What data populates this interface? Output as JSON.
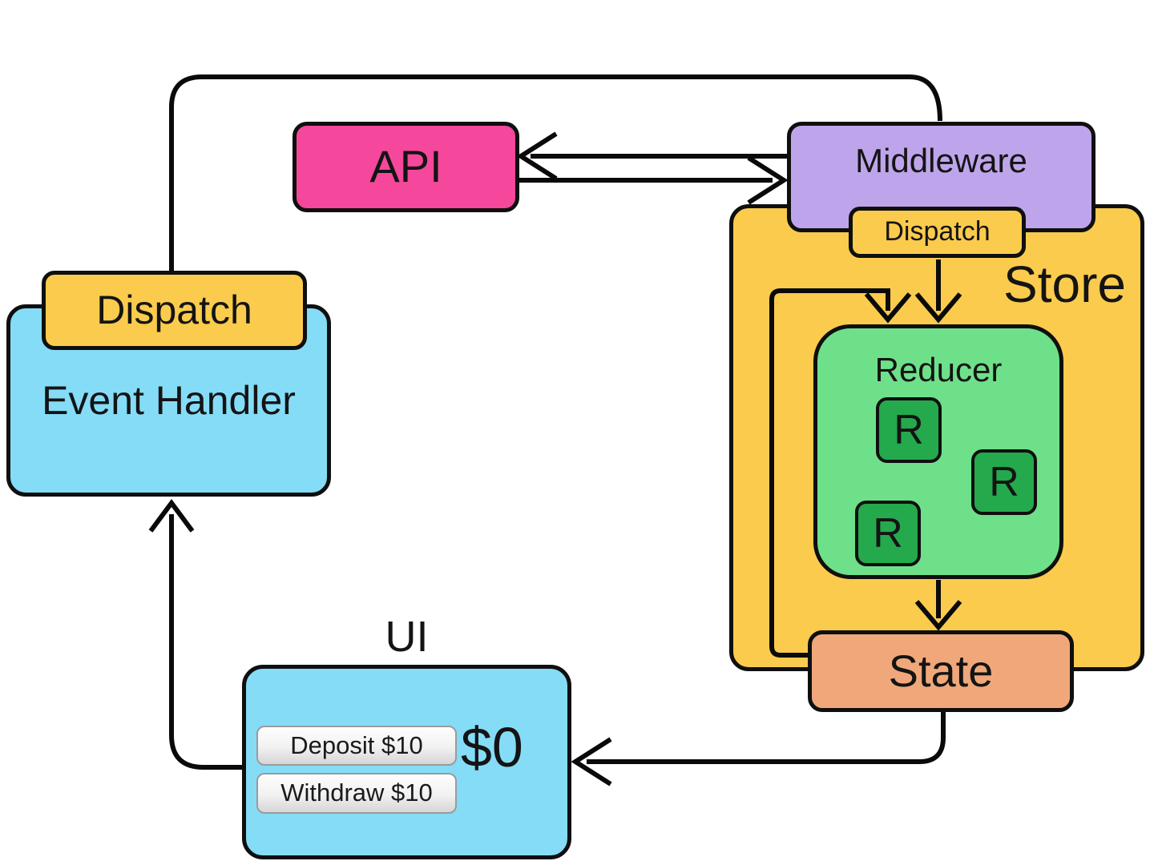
{
  "nodes": {
    "api": {
      "label": "API"
    },
    "middleware": {
      "label": "Middleware"
    },
    "store": {
      "label": "Store",
      "dispatch_label": "Dispatch"
    },
    "reducer": {
      "label": "Reducer",
      "units": [
        "R",
        "R",
        "R"
      ]
    },
    "state": {
      "label": "State"
    },
    "event_handler": {
      "label": "Event Handler",
      "dispatch_label": "Dispatch"
    },
    "ui": {
      "label": "UI",
      "balance": "$0",
      "buttons": [
        {
          "label": "Deposit $10"
        },
        {
          "label": "Withdraw $10"
        }
      ]
    }
  },
  "edges": [
    {
      "from": "event-handler-dispatch",
      "to": "middleware"
    },
    {
      "from": "middleware",
      "to": "api"
    },
    {
      "from": "api",
      "to": "middleware"
    },
    {
      "from": "store-dispatch",
      "to": "reducer"
    },
    {
      "from": "state",
      "to": "reducer"
    },
    {
      "from": "reducer",
      "to": "state"
    },
    {
      "from": "state",
      "to": "ui"
    },
    {
      "from": "ui",
      "to": "event-handler"
    }
  ],
  "colors": {
    "api": "#F5479B",
    "middleware": "#BEA5EB",
    "store": "#FBCB4D",
    "dispatch": "#FBCB4D",
    "reducer": "#6FE08A",
    "reducer_unit": "#24A94D",
    "state": "#F0A87A",
    "ui": "#85DCF7",
    "event_handler": "#85DCF7",
    "outline": "#0F0F0F",
    "wire": "#0A0A0A",
    "button_border": "#9B9B9B"
  }
}
